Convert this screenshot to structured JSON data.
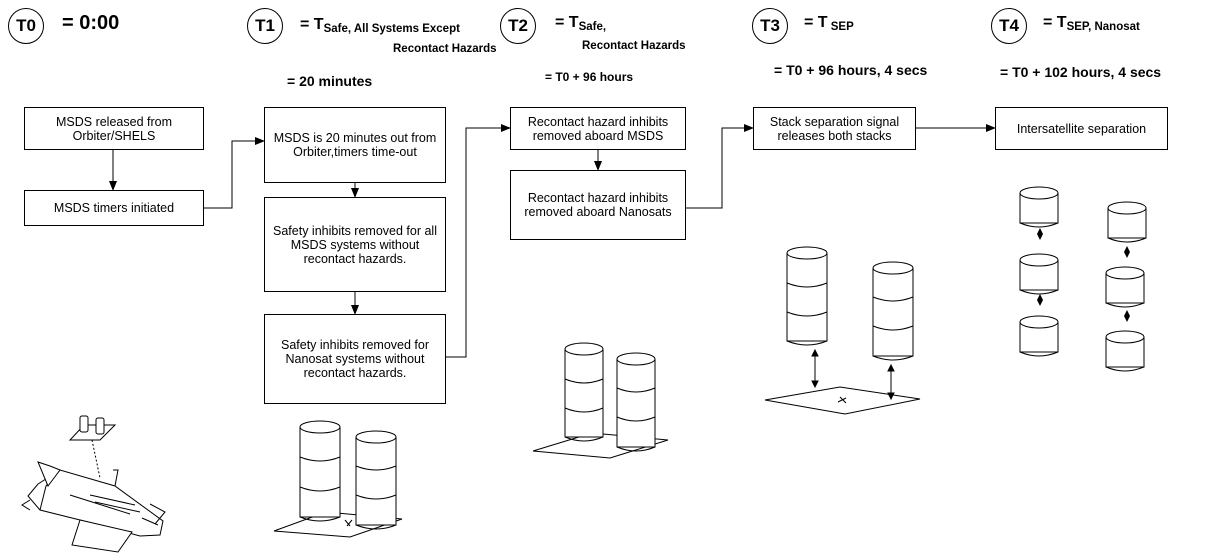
{
  "stages": [
    {
      "id": "T0",
      "symbol": "= 0:00",
      "sub": "",
      "sub2": "",
      "time": ""
    },
    {
      "id": "T1",
      "symbol": "= T",
      "sub": "Safe, All Systems Except",
      "sub2": "Recontact Hazards",
      "time": "= 20 minutes"
    },
    {
      "id": "T2",
      "symbol": "= T",
      "sub": "Safe,",
      "sub2": "Recontact Hazards",
      "time": "= T0 + 96 hours"
    },
    {
      "id": "T3",
      "symbol": "= T",
      "sub": " SEP",
      "sub2": "",
      "time": "= T0 + 96 hours, 4 secs"
    },
    {
      "id": "T4",
      "symbol": "= T",
      "sub": "SEP, Nanosat",
      "sub2": "",
      "time": "= T0 + 102 hours, 4 secs"
    }
  ],
  "boxes": {
    "b1": "MSDS released from Orbiter/SHELS",
    "b2": "MSDS timers initiated",
    "b3": "MSDS is 20 minutes out from Orbiter,timers time-out",
    "b4": "Safety inhibits removed for all MSDS systems without recontact hazards.",
    "b5": "Safety inhibits removed for Nanosat systems without recontact hazards.",
    "b6": "Recontact hazard inhibits removed aboard MSDS",
    "b7": "Recontact hazard inhibits removed aboard Nanosats",
    "b8": "Stack separation signal releases both stacks",
    "b9": "Intersatellite separation"
  }
}
